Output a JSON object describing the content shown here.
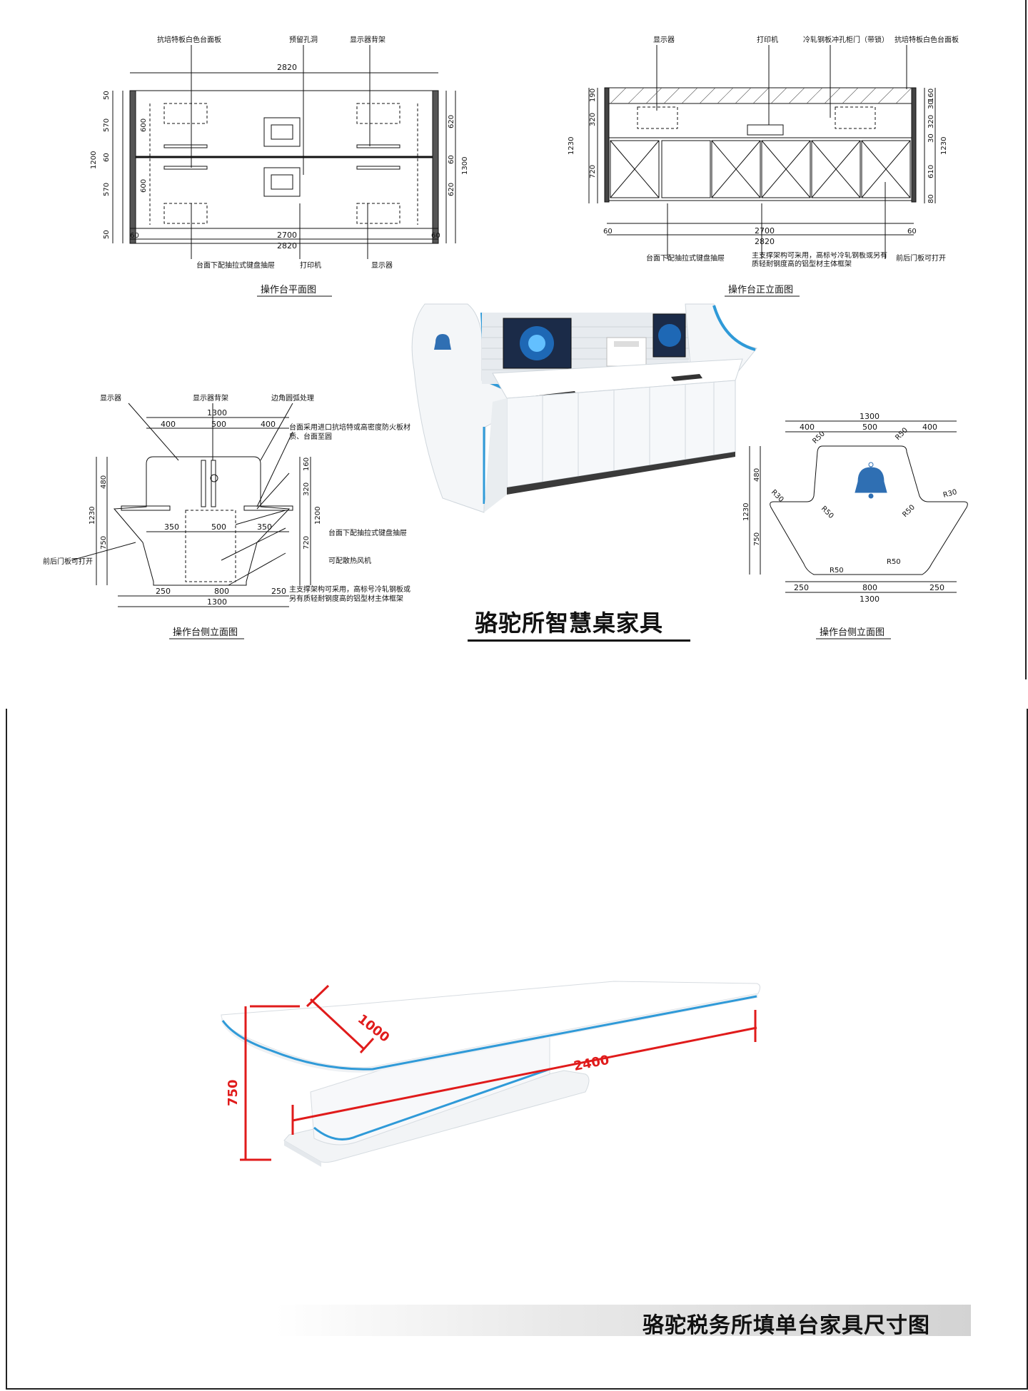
{
  "plan": {
    "caption": "操作台平面图",
    "callouts_top": [
      "抗培特板白色台面板",
      "预留孔洞",
      "显示器背架"
    ],
    "callouts_bottom": [
      "台面下配抽拉式键盘抽屉",
      "打印机",
      "显示器"
    ],
    "dim_total": "2820",
    "dim_inner": "2700",
    "dim_side": "60",
    "left_dims": [
      "50",
      "570",
      "60",
      "570",
      "50"
    ],
    "left_total": "1200",
    "inner_dims": [
      "600",
      "600"
    ],
    "right_dims": [
      "620",
      "60",
      "620"
    ],
    "right_total": "1300"
  },
  "front": {
    "caption": "操作台正立面图",
    "callouts_top": [
      "显示器",
      "打印机",
      "冷轧钢板冲孔柜门（带锁）",
      "抗培特板白色台面板"
    ],
    "callouts_bottom": [
      "台面下配抽拉式键盘抽屉",
      "主支撑架构可采用，高标号冷轧钢板或另有质轻耐钢度高的铝型材主体框架",
      "前后门板可打开"
    ],
    "dim_total": "2820",
    "dim_inner": "2700",
    "dim_side": "60",
    "left_dims": [
      "190",
      "320",
      "720"
    ],
    "left_total": "1230",
    "right_dims": [
      "160",
      "30",
      "320",
      "30",
      "610",
      "80"
    ],
    "right_total": "1230"
  },
  "side1": {
    "caption": "操作台侧立面图",
    "callouts": [
      "显示器",
      "显示器背架",
      "边角圆弧处理",
      "台面采用进口抗培特或高密度防火板材质、台面至圆",
      "台面下配抽拉式键盘抽屉",
      "可配散热风机",
      "主支撑架构可采用，高标号冷轧钢板或另有质轻耐钢度高的铝型材主体框架",
      "前后门板可打开"
    ],
    "top_total": "1300",
    "top_dims": [
      "400",
      "500",
      "400"
    ],
    "mid_dims": [
      "350",
      "500",
      "350"
    ],
    "bottom_dims": [
      "250",
      "800",
      "250"
    ],
    "bottom_total": "1300",
    "left_dims": [
      "480",
      "750"
    ],
    "left_total": "1230",
    "right_dims": [
      "160",
      "320",
      "720"
    ],
    "right_total": "1200"
  },
  "side2": {
    "caption": "操作台侧立面图",
    "top_total": "1300",
    "top_dims": [
      "400",
      "500",
      "400"
    ],
    "bottom_dims": [
      "250",
      "800",
      "250"
    ],
    "bottom_total": "1300",
    "left_dims": [
      "480",
      "750"
    ],
    "left_total": "1230",
    "radii": [
      "R50",
      "R50",
      "R30",
      "R50",
      "R50",
      "R30",
      "R50",
      "R50"
    ]
  },
  "render": {
    "title": "骆驼所智慧桌家具",
    "accent": "#2f9ad8"
  },
  "table": {
    "dim_width": "1000",
    "dim_length": "2400",
    "dim_height": "750",
    "title": "骆驼税务所填单台家具尺寸图",
    "dim_color": "#e01b1b",
    "edge_color": "#2f9ad8"
  }
}
